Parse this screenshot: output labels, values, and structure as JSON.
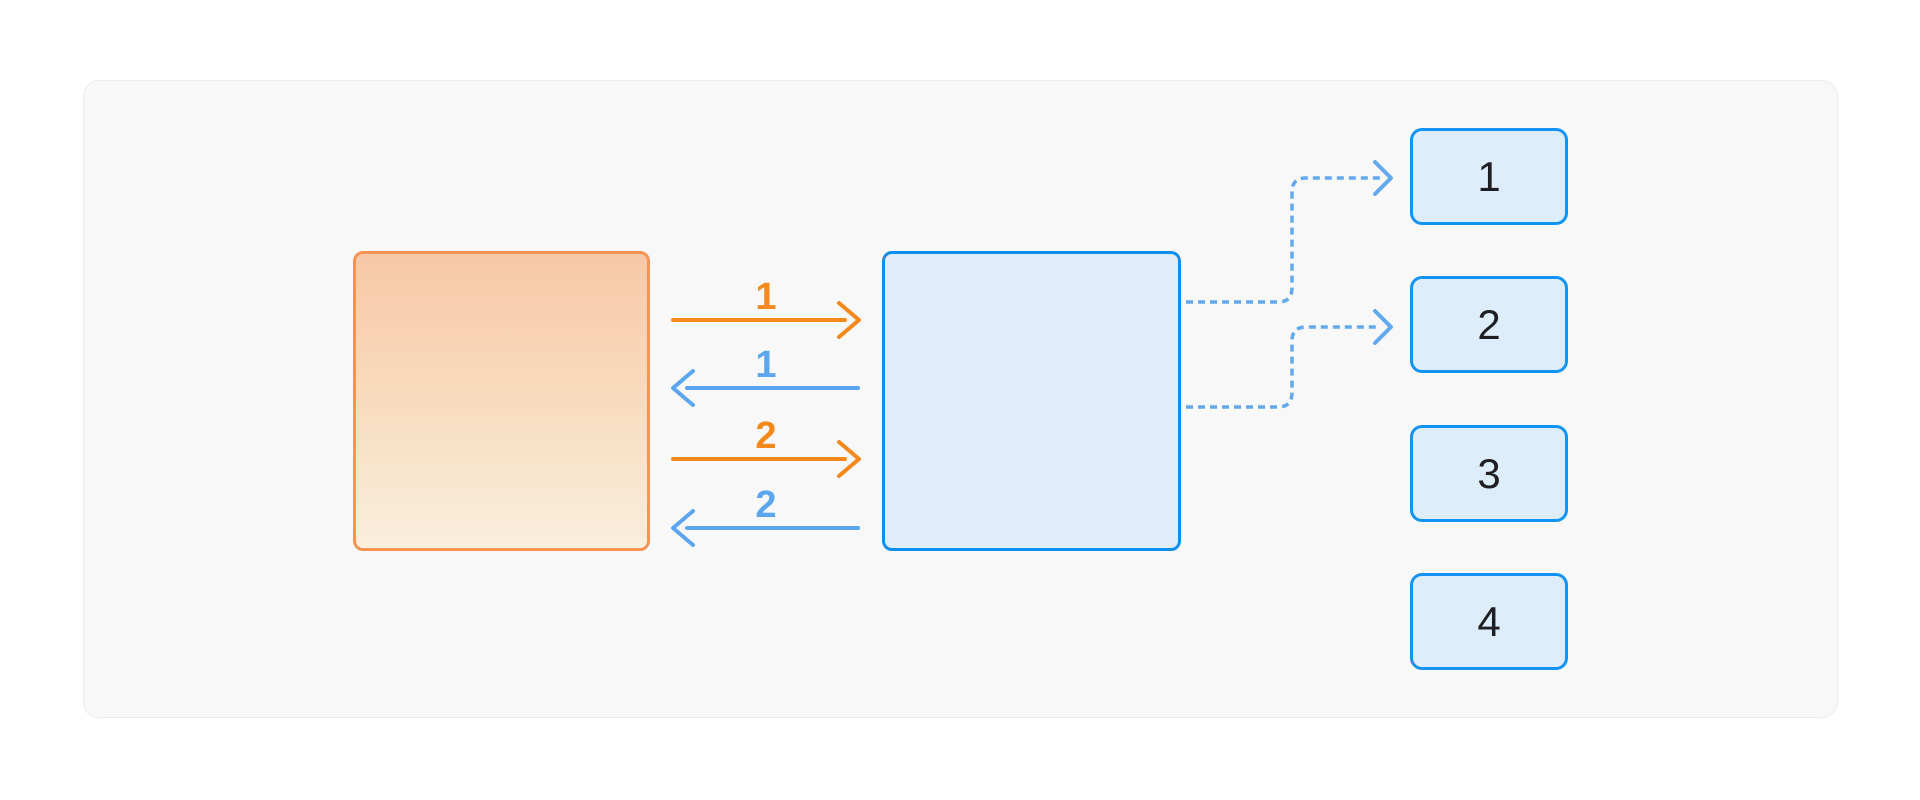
{
  "diagram": {
    "exchange_arrows": [
      {
        "label": "1",
        "direction": "right",
        "color_role": "orange"
      },
      {
        "label": "1",
        "direction": "left",
        "color_role": "blue"
      },
      {
        "label": "2",
        "direction": "right",
        "color_role": "orange"
      },
      {
        "label": "2",
        "direction": "left",
        "color_role": "blue"
      }
    ],
    "target_boxes": [
      {
        "label": "1"
      },
      {
        "label": "2"
      },
      {
        "label": "3"
      },
      {
        "label": "4"
      }
    ],
    "dashed_links": [
      {
        "to_target_label": "1"
      },
      {
        "to_target_label": "2"
      }
    ]
  },
  "colors": {
    "page_bg": "#FFFFFF",
    "panel_bg": "#F8F8F9",
    "panel_border": "#ECECEE",
    "orange_accent": "#F6891C",
    "orange_border": "#F79455",
    "orange_gradient_top": "#F8C8A6",
    "orange_gradient_bottom": "#FAEFDD",
    "blue_accent": "#5CA6EF",
    "blue_box_border": "#0E90F2",
    "blue_box_fill": "#E0EDFA",
    "target_box_border": "#1393F4",
    "target_box_fill": "#DEEDFB",
    "dashed_link_blue": "#63A9EF",
    "number_text": "#1F1F23"
  }
}
